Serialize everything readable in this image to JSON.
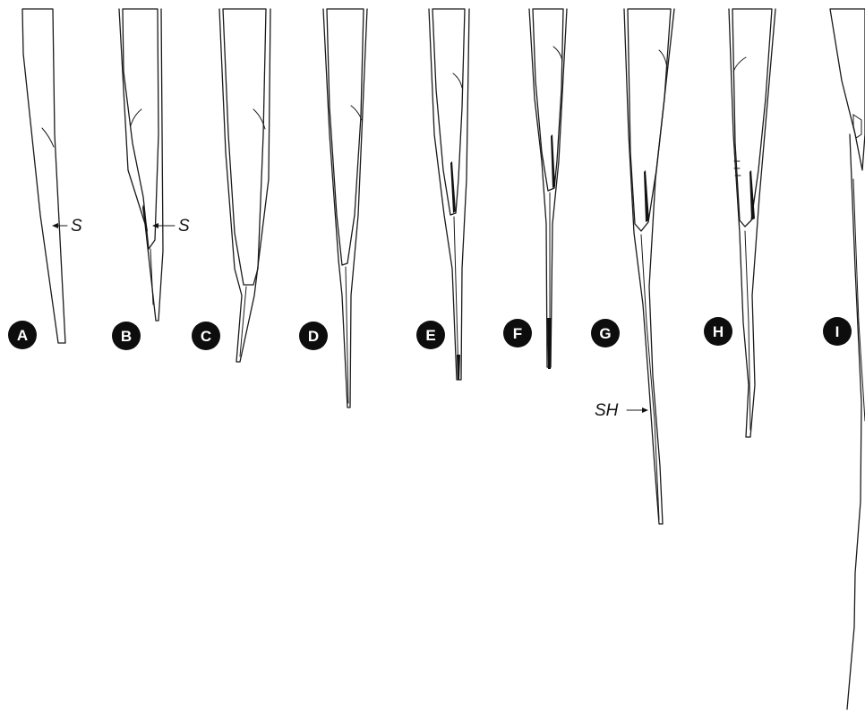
{
  "colors": {
    "hair": "#f7ec7a",
    "outline": "#1a1a1a",
    "badge": "#0d0d0d",
    "badge_text": "#ffffff",
    "background": "#ffffff"
  },
  "panels": [
    {
      "label": "A"
    },
    {
      "label": "B"
    },
    {
      "label": "C"
    },
    {
      "label": "D"
    },
    {
      "label": "E"
    },
    {
      "label": "F"
    },
    {
      "label": "G"
    },
    {
      "label": "H"
    },
    {
      "label": "I"
    }
  ],
  "callouts": {
    "a": "S",
    "b": "S",
    "g": "SH"
  }
}
